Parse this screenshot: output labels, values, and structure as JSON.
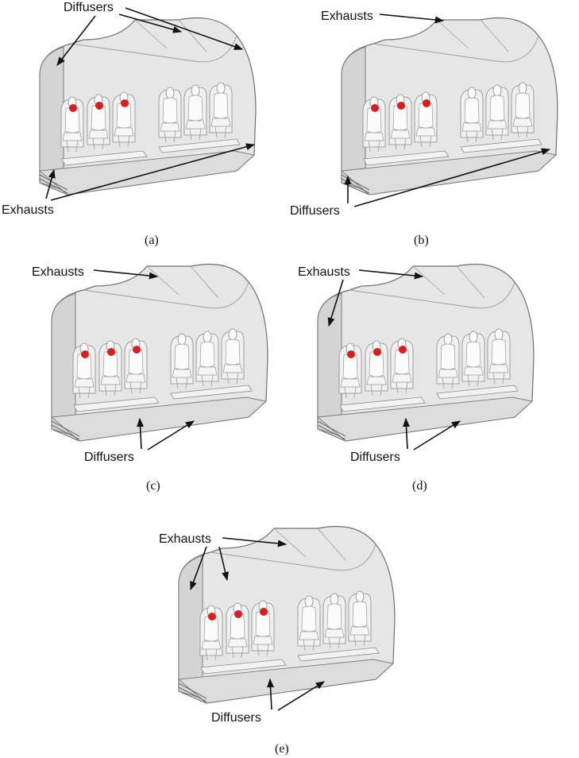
{
  "panels": [
    {
      "caption": "(a)",
      "labels": {
        "top": "Diffusers",
        "bottom": "Exhausts"
      }
    },
    {
      "caption": "(b)",
      "labels": {
        "top": "Exhausts",
        "bottom": "Diffusers"
      }
    },
    {
      "caption": "(c)",
      "labels": {
        "top": "Exhausts",
        "bottom": "Diffusers"
      }
    },
    {
      "caption": "(d)",
      "labels": {
        "top": "Exhausts",
        "bottom": "Diffusers"
      }
    },
    {
      "caption": "(e)",
      "labels": {
        "top": "Exhausts",
        "bottom": "Diffusers"
      }
    }
  ],
  "colors": {
    "cabin_fill": "#e6e6e6",
    "cabin_stroke": "#6f6f6f",
    "seat_fill": "#f2f2f2",
    "source_marker": "#d42020"
  }
}
